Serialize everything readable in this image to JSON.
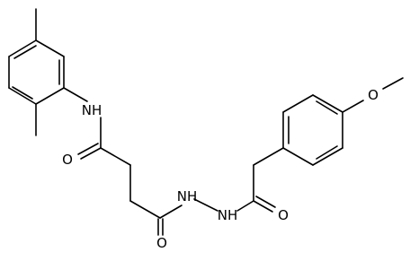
{
  "molecule": {
    "atoms": {
      "nh_amide": "NH",
      "o_amide": "O",
      "o_hydrazide_left": "O",
      "nh_hydrazide_1": "NH",
      "nh_hydrazide_2": "NH",
      "o_hydrazide_right": "O",
      "o_methoxy": "O"
    }
  }
}
